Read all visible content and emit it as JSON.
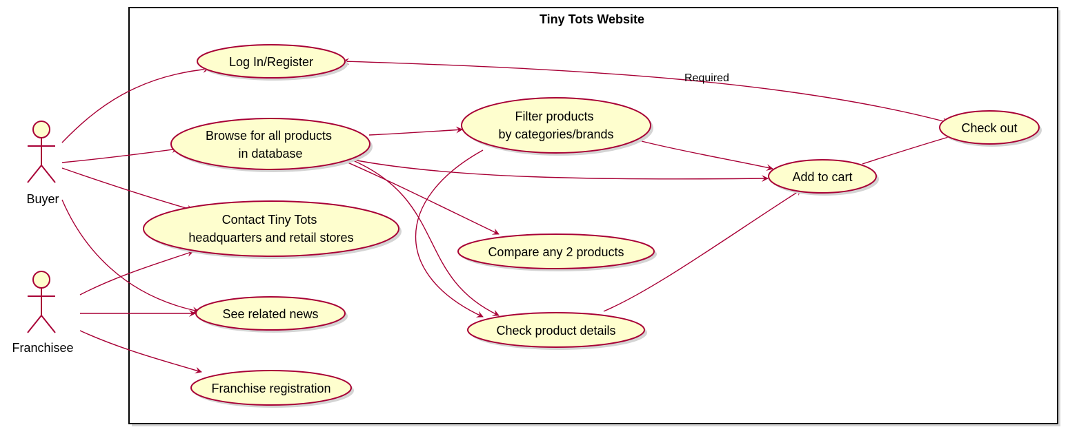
{
  "diagram": {
    "title": "Tiny Tots Website",
    "colors": {
      "usecase_fill": "#FEFECE",
      "line": "#A80036",
      "boundary": "#000000"
    },
    "actors": [
      {
        "id": "buyer",
        "label": "Buyer"
      },
      {
        "id": "franchisee",
        "label": "Franchisee"
      }
    ],
    "usecases": [
      {
        "id": "login",
        "lines": [
          "Log In/Register"
        ]
      },
      {
        "id": "browse",
        "lines": [
          "Browse for all products",
          "in database"
        ]
      },
      {
        "id": "contact",
        "lines": [
          "Contact Tiny Tots",
          "headquarters and retail stores"
        ]
      },
      {
        "id": "news",
        "lines": [
          "See related news"
        ]
      },
      {
        "id": "franchise",
        "lines": [
          "Franchise registration"
        ]
      },
      {
        "id": "filter",
        "lines": [
          "Filter products",
          "by categories/brands"
        ]
      },
      {
        "id": "compare",
        "lines": [
          "Compare any 2 products"
        ]
      },
      {
        "id": "details",
        "lines": [
          "Check product details"
        ]
      },
      {
        "id": "cart",
        "lines": [
          "Add to cart"
        ]
      },
      {
        "id": "checkout",
        "lines": [
          "Check out"
        ]
      }
    ],
    "edges": [
      {
        "from": "buyer",
        "to": "login"
      },
      {
        "from": "buyer",
        "to": "browse"
      },
      {
        "from": "buyer",
        "to": "contact"
      },
      {
        "from": "buyer",
        "to": "news"
      },
      {
        "from": "franchisee",
        "to": "contact"
      },
      {
        "from": "franchisee",
        "to": "news"
      },
      {
        "from": "franchisee",
        "to": "franchise"
      },
      {
        "from": "browse",
        "to": "filter"
      },
      {
        "from": "browse",
        "to": "cart"
      },
      {
        "from": "browse",
        "to": "compare"
      },
      {
        "from": "browse",
        "to": "details"
      },
      {
        "from": "filter",
        "to": "details"
      },
      {
        "from": "filter",
        "to": "cart"
      },
      {
        "from": "details",
        "to": "cart"
      },
      {
        "from": "cart",
        "to": "checkout"
      },
      {
        "from": "login",
        "to": "checkout",
        "label": "Required",
        "bidirectional": true
      }
    ]
  }
}
